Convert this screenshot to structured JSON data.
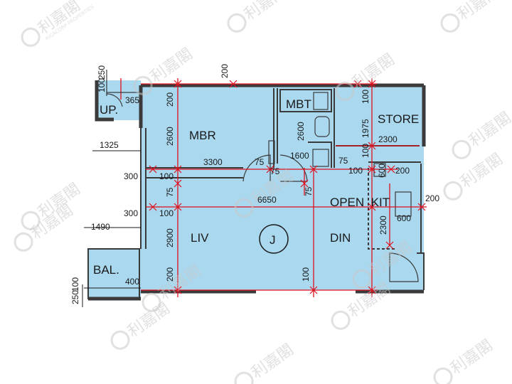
{
  "rooms": {
    "up": "UP.",
    "mbt": "MBT",
    "mbr": "MBR",
    "store": "STORE",
    "open_kit": "OPEN  KIT",
    "liv": "LIV",
    "din": "DIN",
    "bal": "BAL.",
    "unit": "J"
  },
  "dimensions": {
    "d250_top": "250",
    "d100_top": "100",
    "d365": "365",
    "d200_top": "200",
    "d200_left_top": "200",
    "d100_store": "100",
    "d1975": "1975",
    "d2600_mbr": "2600",
    "d2600_mbt": "2600",
    "d1325": "1325",
    "d1600": "1600",
    "d2300_store": "2300",
    "d100_a": "100",
    "d3300": "3300",
    "d75_a": "75",
    "d300_a": "300",
    "d100_b": "100",
    "d75_b": "75",
    "d75_c": "75",
    "d100_c": "100",
    "d600_a": "600",
    "d200_a": "200",
    "d75_d": "75",
    "d6650": "6650",
    "d200_b": "200",
    "d300_b": "300",
    "d100_d": "100",
    "d2300_kit": "2300",
    "d600_b": "600",
    "d1490": "1490",
    "d2900": "2900",
    "d200_liv": "200",
    "d100_bottom": "100",
    "d400": "400",
    "d250_bottom": "250",
    "d100_bal": "100"
  },
  "watermark": {
    "chinese": "利嘉閣",
    "english": "RICACORP PROPERTIES"
  },
  "colors": {
    "floor": "#a9d8ef",
    "wall": "#3a3a3a",
    "dim_line": "#e0101e",
    "watermark": "#c9c9c9"
  }
}
